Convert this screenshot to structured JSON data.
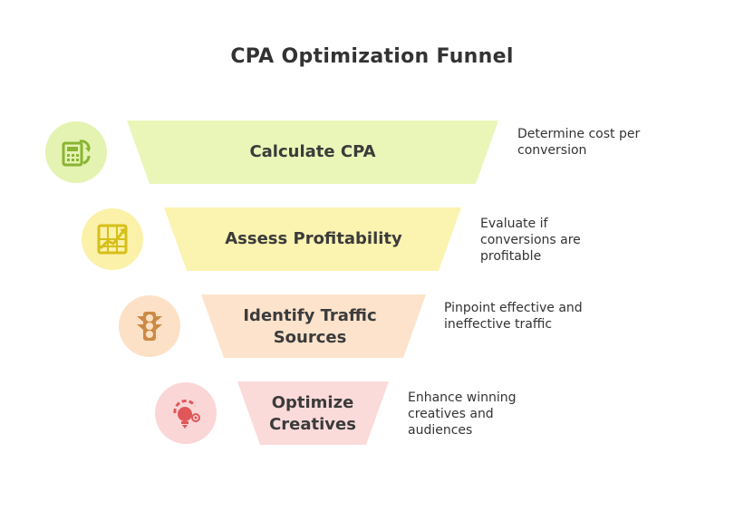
{
  "diagram": {
    "title": "CPA Optimization Funnel",
    "stages": [
      {
        "label": "Calculate CPA",
        "description": "Determine cost per conversion",
        "icon": "calculator-icon",
        "fill_color": "#eaf6b8",
        "icon_bg": "#e4f3b1",
        "icon_color": "#8ab434"
      },
      {
        "label": "Assess Profitability",
        "description": "Evaluate if conversions are profitable",
        "icon": "chart-growth-icon",
        "fill_color": "#fbf3b0",
        "icon_bg": "#fbf1a8",
        "icon_color": "#d6bf1a"
      },
      {
        "label": "Identify Traffic Sources",
        "description": "Pinpoint effective and ineffective traffic",
        "icon": "traffic-light-icon",
        "fill_color": "#fde3cc",
        "icon_bg": "#fde1c6",
        "icon_color": "#cc8a45"
      },
      {
        "label": "Optimize Creatives",
        "description": "Enhance winning creatives and audiences",
        "icon": "lightbulb-target-icon",
        "fill_color": "#fbdada",
        "icon_bg": "#fbd6d6",
        "icon_color": "#e0575a"
      }
    ]
  }
}
